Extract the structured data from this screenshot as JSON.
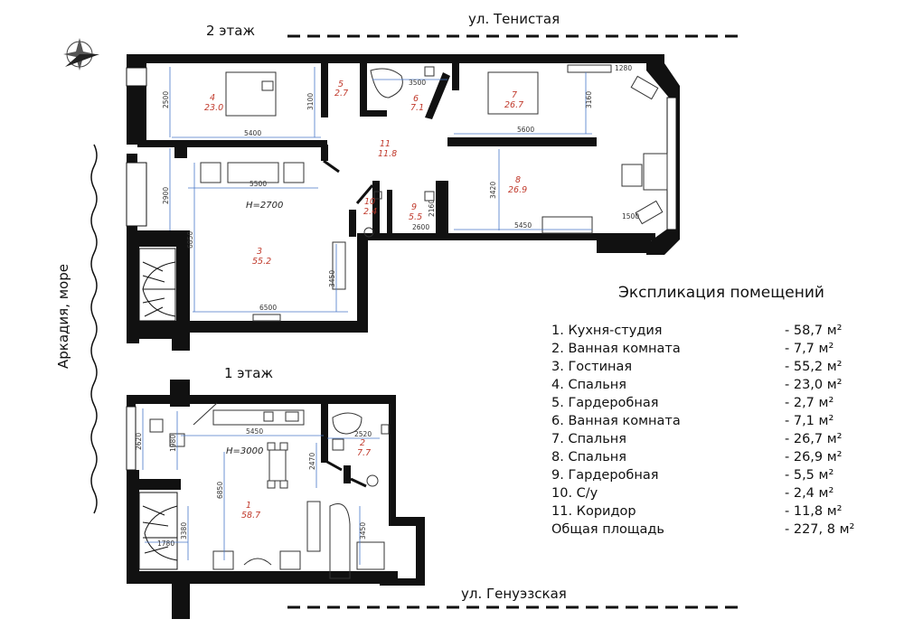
{
  "streets": {
    "top": "ул. Тенистая",
    "bottom": "ул. Генуэзская",
    "side": "Аркадия, море"
  },
  "floors": {
    "upper_label": "2 этаж",
    "lower_label": "1 этаж",
    "upper_height": "H=2700",
    "lower_height": "H=3000"
  },
  "rooms": {
    "r1": {
      "num": "1",
      "area": "58.7"
    },
    "r2": {
      "num": "2",
      "area": "7.7"
    },
    "r3": {
      "num": "3",
      "area": "55.2"
    },
    "r4": {
      "num": "4",
      "area": "23.0"
    },
    "r5": {
      "num": "5",
      "area": "2.7"
    },
    "r6": {
      "num": "6",
      "area": "7.1"
    },
    "r7": {
      "num": "7",
      "area": "26.7"
    },
    "r8": {
      "num": "8",
      "area": "26.9"
    },
    "r9": {
      "num": "9",
      "area": "5.5"
    },
    "r10": {
      "num": "10",
      "area": "2.4"
    },
    "r11": {
      "num": "11",
      "area": "11.8"
    }
  },
  "dimensions": {
    "d2500": "2500",
    "d3100": "3100",
    "d5400": "5400",
    "d3500": "3500",
    "d1280": "1280",
    "d3160": "3160",
    "d5600": "5600",
    "d5500": "5500",
    "d2900": "2900",
    "d6850": "6850",
    "d3420": "3420",
    "d1500": "1500",
    "d5450": "5450",
    "d2600": "2600",
    "d2160": "2160",
    "d3450": "3450",
    "d6500": "6500",
    "d2620": "2620",
    "d1980": "1980",
    "d5450b": "5450",
    "d2520": "2520",
    "d2470": "2470",
    "d6850b": "6850",
    "d3380": "3380",
    "d1780": "1780",
    "d3450b": "3450"
  },
  "legend": {
    "title": "Экспликация помещений",
    "items": [
      {
        "name": "1. Кухня-студия",
        "area": "- 58,7 м²"
      },
      {
        "name": "2. Ванная комната",
        "area": "- 7,7 м²"
      },
      {
        "name": "3. Гостиная",
        "area": "- 55,2 м²"
      },
      {
        "name": "4. Спальня",
        "area": "- 23,0 м²"
      },
      {
        "name": "5. Гардеробная",
        "area": "- 2,7 м²"
      },
      {
        "name": "6. Ванная комната",
        "area": "- 7,1 м²"
      },
      {
        "name": "7. Спальня",
        "area": "- 26,7 м²"
      },
      {
        "name": "8. Спальня",
        "area": "- 26,9 м²"
      },
      {
        "name": "9. Гардеробная",
        "area": "- 5,5 м²"
      },
      {
        "name": "10. С/у",
        "area": "- 2,4 м²"
      },
      {
        "name": "11. Коридор",
        "area": "- 11,8 м²"
      },
      {
        "name": "Общая площадь",
        "area": "- 227, 8 м²"
      }
    ]
  },
  "icons": {
    "compass": "compass-rose-icon"
  }
}
